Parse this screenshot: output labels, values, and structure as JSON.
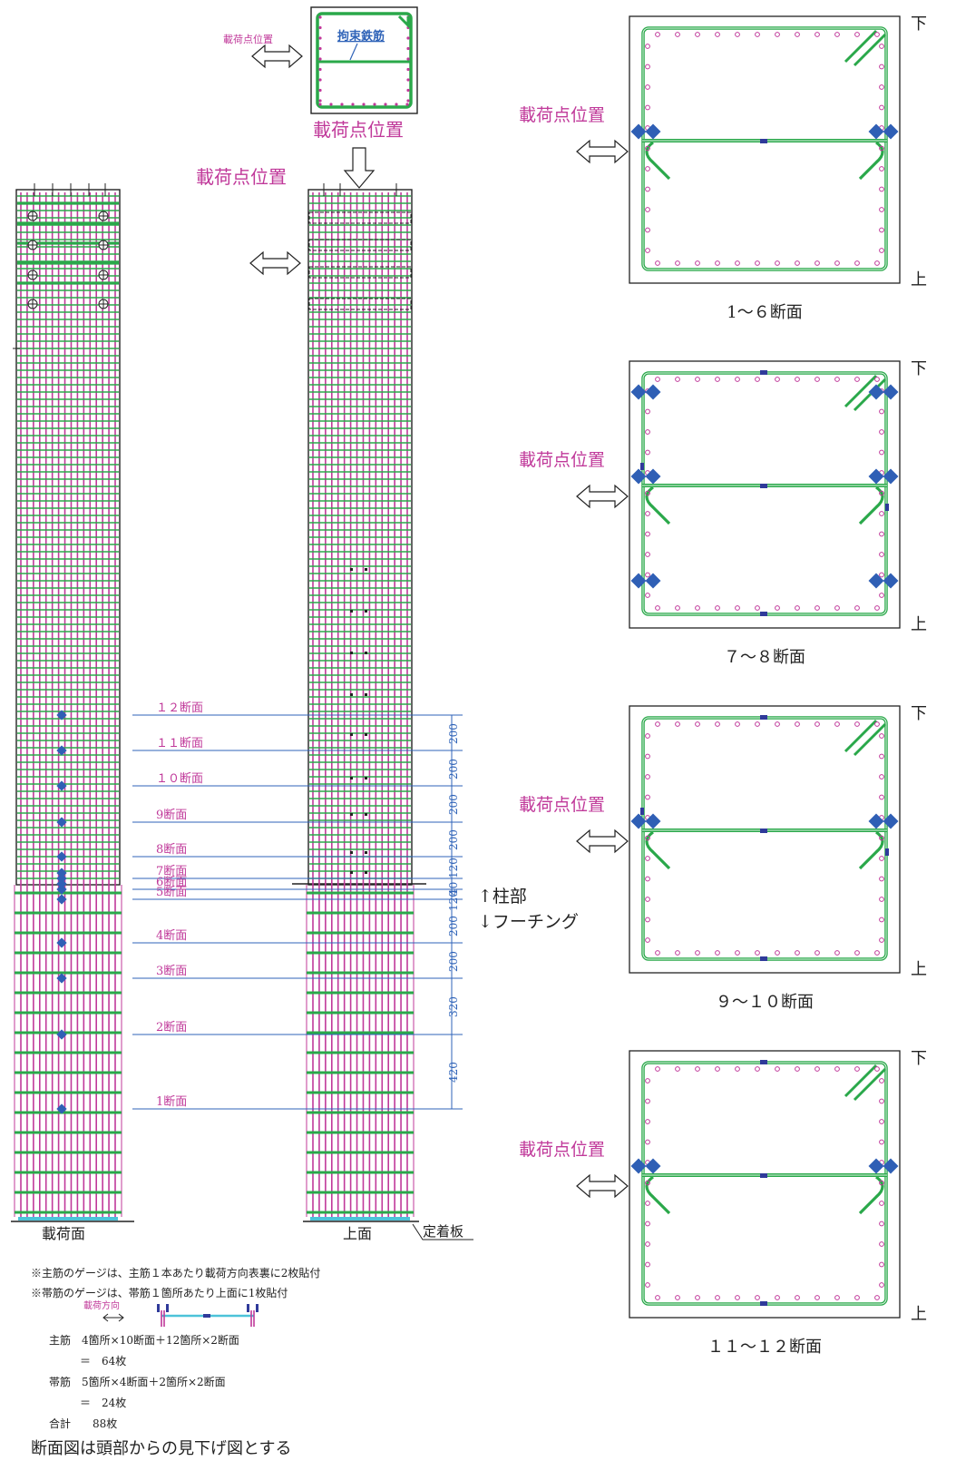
{
  "colors": {
    "rebar_main": "#c0399a",
    "rebar_tie": "#2aa84a",
    "dimension": "#2f63b8",
    "gauge": "#2f5fb5",
    "anchor_plate": "#4cc3d9",
    "label": "#c0399a"
  },
  "top_plan": {
    "small_label": "載荷点位置",
    "tie_label": "拘束鉄筋",
    "caption": "載荷点位置"
  },
  "elevation": {
    "load_point_label": "載荷点位置",
    "left_caption": "載荷面",
    "right_caption": "上面",
    "anchor_label": "定着板",
    "column_label": "↑柱部",
    "footing_label": "↓フーチング",
    "sections": [
      {
        "label": "１２断面",
        "h": 200
      },
      {
        "label": "１１断面",
        "h": 200
      },
      {
        "label": "１０断面",
        "h": 200
      },
      {
        "label": "9断面",
        "h": 200
      },
      {
        "label": "8断面",
        "h": 120
      },
      {
        "label": "7断面",
        "h": 40
      },
      {
        "label": "6断面",
        "h": 0
      },
      {
        "label": "5断面",
        "h": 120
      },
      {
        "label": "4断面",
        "h": 200
      },
      {
        "label": "3断面",
        "h": 200
      },
      {
        "label": "2断面",
        "h": 320
      },
      {
        "label": "1断面",
        "h": 420
      }
    ],
    "dims": [
      "200",
      "200",
      "200",
      "200",
      "120",
      "40",
      "120",
      "200",
      "200",
      "320",
      "420"
    ]
  },
  "notes": {
    "note1": "※主筋のゲージは、主筋１本あたり載荷方向表裏に2枚貼付",
    "note2": "※帯筋のゲージは、帯筋１箇所あたり上面に1枚貼付",
    "legend_label": "載荷方向",
    "main_line": "主筋　4箇所×10断面＋12箇所×2断面",
    "main_total": "＝　64枚",
    "tie_line": "帯筋　5箇所×4断面＋2箇所×2断面",
    "tie_total": "＝　24枚",
    "sum_line": "合計　　88枚",
    "footer": "断面図は頭部からの見下げ図とする"
  },
  "section_panels": [
    {
      "caption": "1～６断面",
      "load_label": "載荷点位置",
      "label_top": "下",
      "label_bottom": "上"
    },
    {
      "caption": "７～８断面",
      "load_label": "載荷点位置",
      "label_top": "下",
      "label_bottom": "上"
    },
    {
      "caption": "９～１０断面",
      "load_label": "載荷点位置",
      "label_top": "下",
      "label_bottom": "上"
    },
    {
      "caption": "１１～１２断面",
      "load_label": "載荷点位置",
      "label_top": "下",
      "label_bottom": "上"
    }
  ]
}
